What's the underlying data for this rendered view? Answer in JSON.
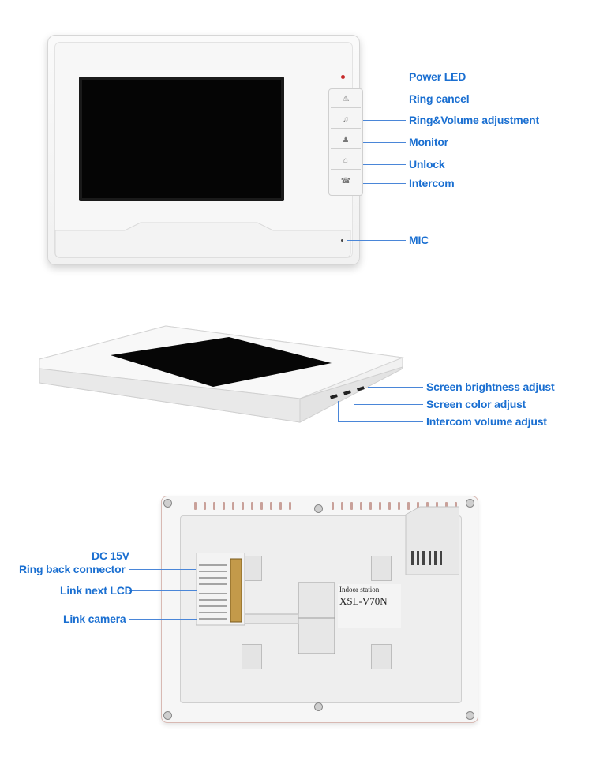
{
  "front_callouts": {
    "power_led": "Power LED",
    "ring_cancel": "Ring cancel",
    "ring_volume": "Ring&Volume adjustment",
    "monitor": "Monitor",
    "unlock": "Unlock",
    "intercom": "Intercom",
    "mic": "MIC"
  },
  "side_callouts": {
    "brightness": "Screen brightness adjust",
    "color": "Screen color adjust",
    "intercom_volume": "Intercom volume adjust"
  },
  "back_callouts": {
    "dc": "DC 15V",
    "ring_back": "Ring back connector",
    "link_lcd": "Link next LCD",
    "link_camera": "Link camera"
  },
  "sticker": {
    "title": "Indoor station",
    "model": "XSL-V70N"
  },
  "colors": {
    "accent": "#1a6fd1",
    "line": "#4a86d8"
  },
  "icons": [
    "bell-cancel-icon",
    "music-note-icon",
    "person-icon",
    "key-icon",
    "phone-icon"
  ]
}
